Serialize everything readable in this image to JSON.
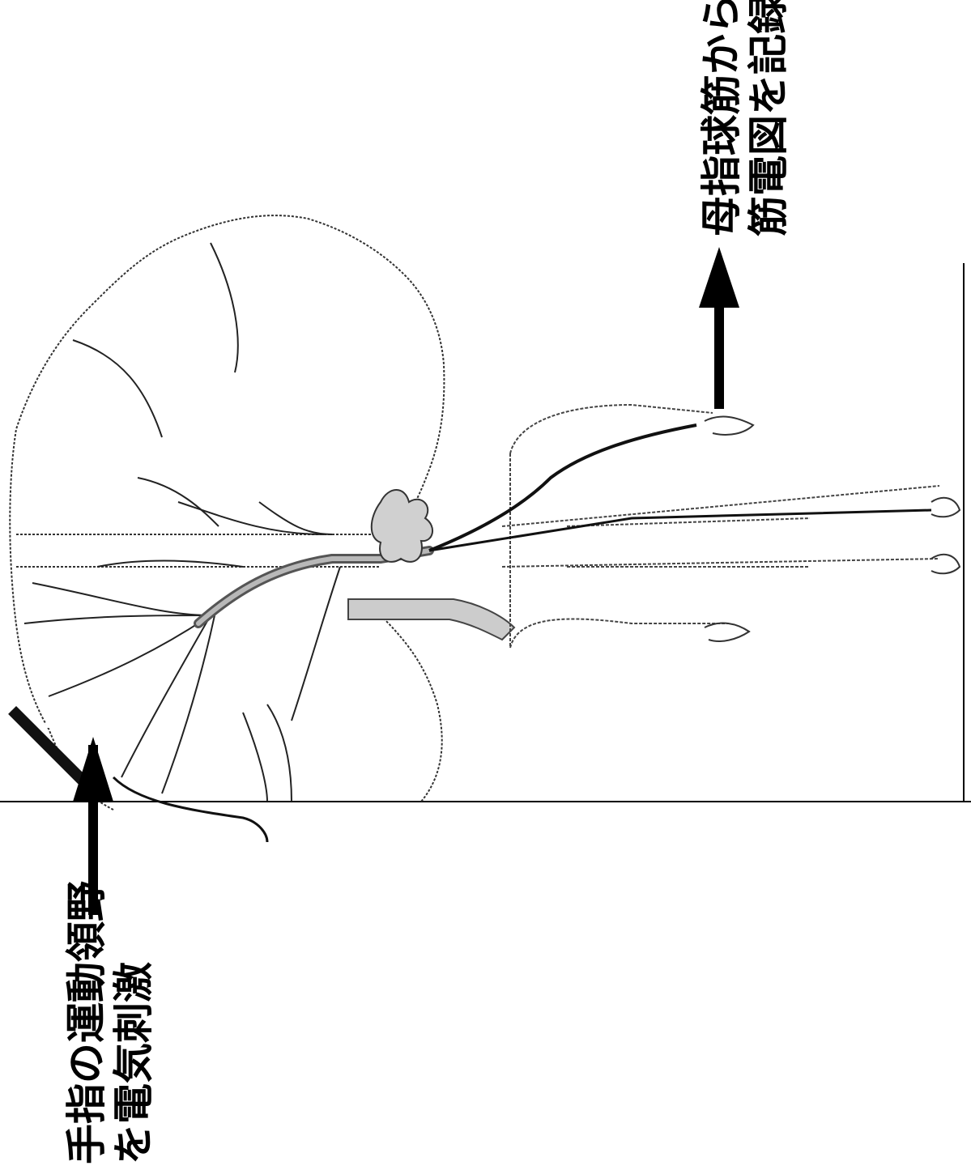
{
  "labels": {
    "stimulation": {
      "line1": "手指の運動領野",
      "line2": "を電気刺激"
    },
    "recording": {
      "line1": "母指球筋から",
      "line2": "筋電図を記録"
    }
  },
  "colors": {
    "ink": "#000000",
    "outline": "#333333",
    "tract_fill": "#b8b8b8",
    "background": "#ffffff"
  }
}
